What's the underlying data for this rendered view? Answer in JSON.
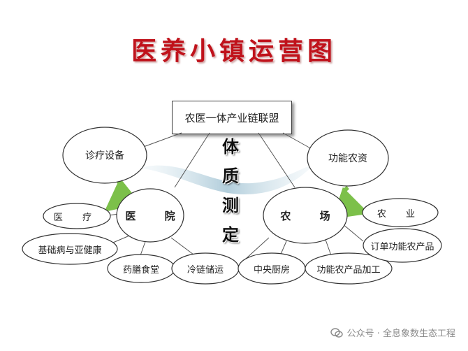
{
  "title": "医养小镇运营图",
  "alliance": "农医一体产业链联盟",
  "center_vertical": [
    "体",
    "质",
    "测",
    "定"
  ],
  "hubs": {
    "hospital": "医 院",
    "farm": "农 场"
  },
  "nodes": {
    "diagnosis_equipment": "诊疗设备",
    "agri_materials": "功能农资",
    "medical": "医 疗",
    "chronic_health": "基础病与亚健康",
    "herbal_canteen": "药膳食堂",
    "cold_chain": "冷链储运",
    "central_kitchen": "中央厨房",
    "processing": "功能农产品加工",
    "order_products": "订单功能农产品",
    "agriculture": "农 业"
  },
  "watermark": "公众号 · 全息象数生态工程",
  "colors": {
    "title": "#c0121b",
    "arrow": "#7cc04a",
    "swoosh": "#b9d3e0"
  }
}
